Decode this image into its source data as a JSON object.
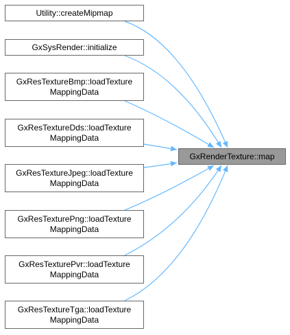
{
  "diagram": {
    "colors": {
      "edge": "#63b8ff",
      "node_border": "#666666",
      "node_fill": "#ffffff",
      "target_fill": "#999999"
    },
    "target": {
      "lines": [
        "GxRenderTexture::map"
      ]
    },
    "callers": [
      {
        "lines": [
          "Utility::createMipmap"
        ]
      },
      {
        "lines": [
          "GxSysRender::initialize"
        ]
      },
      {
        "lines": [
          "GxResTextureBmp::loadTexture",
          "MappingData"
        ]
      },
      {
        "lines": [
          "GxResTextureDds::loadTexture",
          "MappingData"
        ]
      },
      {
        "lines": [
          "GxResTextureJpeg::loadTexture",
          "MappingData"
        ]
      },
      {
        "lines": [
          "GxResTexturePng::loadTexture",
          "MappingData"
        ]
      },
      {
        "lines": [
          "GxResTexturePvr::loadTexture",
          "MappingData"
        ]
      },
      {
        "lines": [
          "GxResTextureTga::loadTexture",
          "MappingData"
        ]
      }
    ]
  }
}
